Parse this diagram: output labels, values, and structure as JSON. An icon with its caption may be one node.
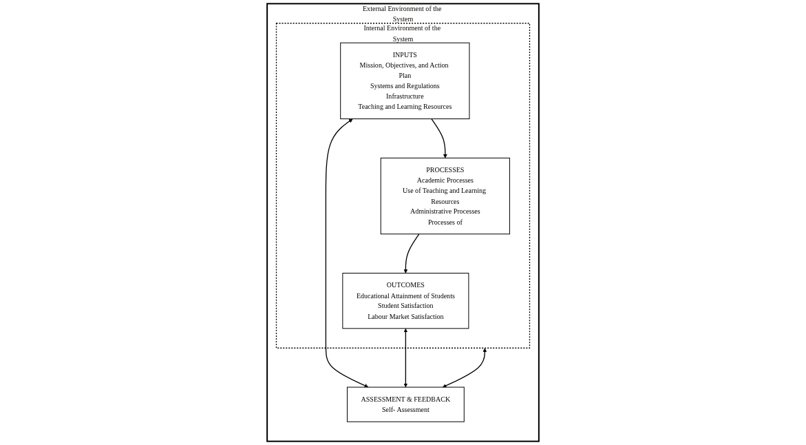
{
  "diagram": {
    "nodes": [
      {
        "text": [
          "External Environment of the System"
        ]
      },
      {
        "text": [
          "Internal Environment of the System"
        ],
        "in": 0
      },
      {
        "text": [
          "INPUTS",
          "Mission, Objectives, and Action Plan",
          "Systems and Regulations",
          "Infrastructure",
          "Teaching and Learning Resources"
        ],
        "in": 1
      },
      {
        "text": [
          "PROCESSES",
          "Academic Processes",
          "Use of Teaching and Learning Resources",
          "Administrative Processes",
          "Processes of"
        ],
        "in": 1
      },
      {
        "text": [
          "OUTCOMES",
          "Educational Attainment of Students",
          "Student Satisfaction",
          "Labour Market Satisfaction"
        ],
        "in": 1
      },
      {
        "text": [
          "ASSESSMENT & FEEDBACK",
          "Self- Assessment"
        ],
        "in": 0
      }
    ],
    "edges": [
      {
        "from": 2,
        "to": 3,
        "arrow": "to"
      },
      {
        "from": 3,
        "to": 4,
        "arrow": "to"
      },
      {
        "from": 1,
        "to": 5,
        "arrow": "both"
      },
      {
        "from": 2,
        "to": 5,
        "arrow": "both"
      },
      {
        "from": 4,
        "to": 5,
        "arrow": "both"
      }
    ]
  }
}
